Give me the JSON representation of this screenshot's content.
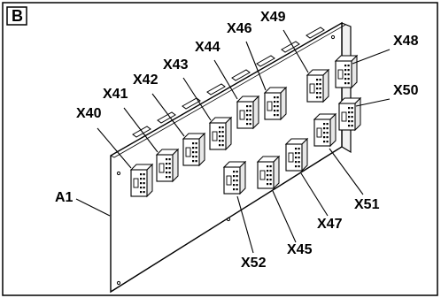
{
  "figure": {
    "panel_label": "B",
    "board_label": "A1",
    "connectors": [
      {
        "id": "X40",
        "label": "X40"
      },
      {
        "id": "X41",
        "label": "X41"
      },
      {
        "id": "X42",
        "label": "X42"
      },
      {
        "id": "X43",
        "label": "X43"
      },
      {
        "id": "X44",
        "label": "X44"
      },
      {
        "id": "X46",
        "label": "X46"
      },
      {
        "id": "X49",
        "label": "X49"
      },
      {
        "id": "X48",
        "label": "X48"
      },
      {
        "id": "X50",
        "label": "X50"
      },
      {
        "id": "X51",
        "label": "X51"
      },
      {
        "id": "X47",
        "label": "X47"
      },
      {
        "id": "X45",
        "label": "X45"
      },
      {
        "id": "X52",
        "label": "X52"
      }
    ]
  }
}
